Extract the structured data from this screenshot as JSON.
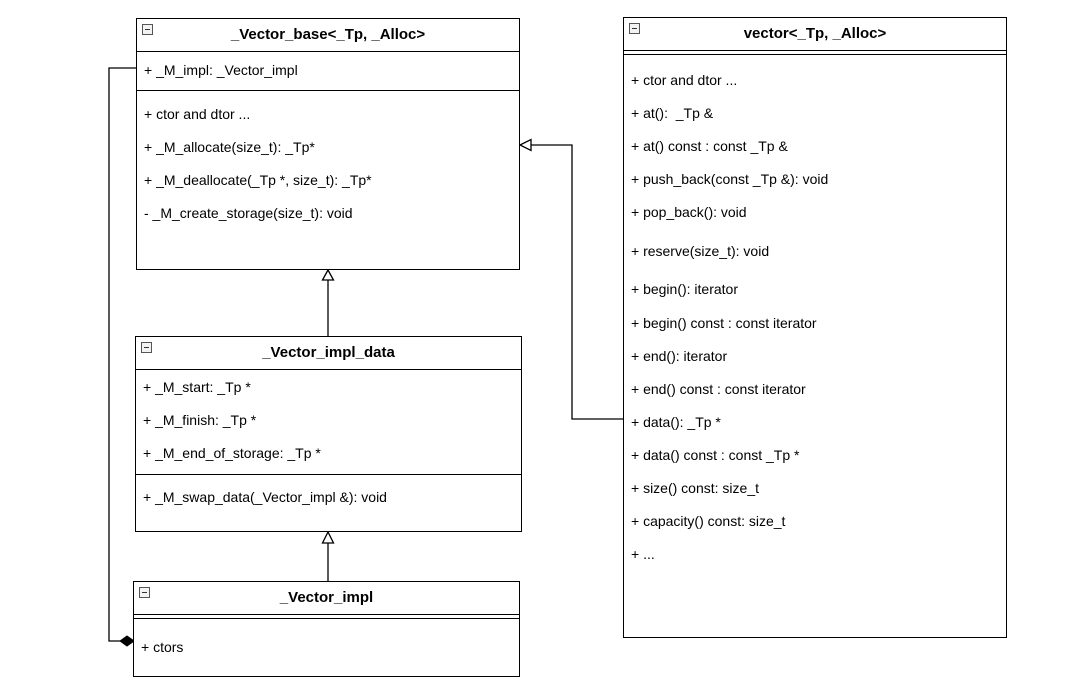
{
  "classes": {
    "vector_base": {
      "title": "_Vector_base<_Tp, _Alloc>",
      "attributes": [
        "+ _M_impl: _Vector_impl"
      ],
      "operations": [
        "+ ctor and dtor ...",
        "+ _M_allocate(size_t): _Tp*",
        "+ _M_deallocate(_Tp *, size_t): _Tp*",
        "- _M_create_storage(size_t): void"
      ]
    },
    "vector_impl_data": {
      "title": "_Vector_impl_data",
      "attributes": [
        "+ _M_start: _Tp *",
        "+ _M_finish: _Tp *",
        "+ _M_end_of_storage: _Tp *"
      ],
      "operations": [
        "+ _M_swap_data(_Vector_impl &): void"
      ]
    },
    "vector_impl": {
      "title": "_Vector_impl",
      "attributes": [],
      "operations": [
        "+ ctors"
      ]
    },
    "vector": {
      "title": "vector<_Tp, _Alloc>",
      "attributes": [],
      "operations": [
        "+ ctor and dtor ...",
        "+ at():  _Tp &",
        "+ at() const : const _Tp &",
        "+ push_back(const _Tp &): void",
        "+ pop_back(): void",
        "+ reserve(size_t): void",
        "+ begin(): iterator",
        "+ begin() const : const iterator",
        "+ end(): iterator",
        "+ end() const : const iterator",
        "+ data(): _Tp *",
        "+ data() const : const _Tp *",
        "+ size() const: size_t",
        "+ capacity() const: size_t",
        "+ ..."
      ]
    }
  },
  "relationships": [
    {
      "type": "generalization",
      "from": "vector",
      "to": "vector_base"
    },
    {
      "type": "generalization",
      "from": "vector_impl_data",
      "to": "vector_base"
    },
    {
      "type": "generalization",
      "from": "vector_impl",
      "to": "vector_impl_data"
    },
    {
      "type": "composition",
      "from": "vector_base",
      "to": "vector_impl"
    }
  ],
  "colors": {
    "line": "#000000",
    "background": "#ffffff",
    "icon_border": "#555555"
  }
}
